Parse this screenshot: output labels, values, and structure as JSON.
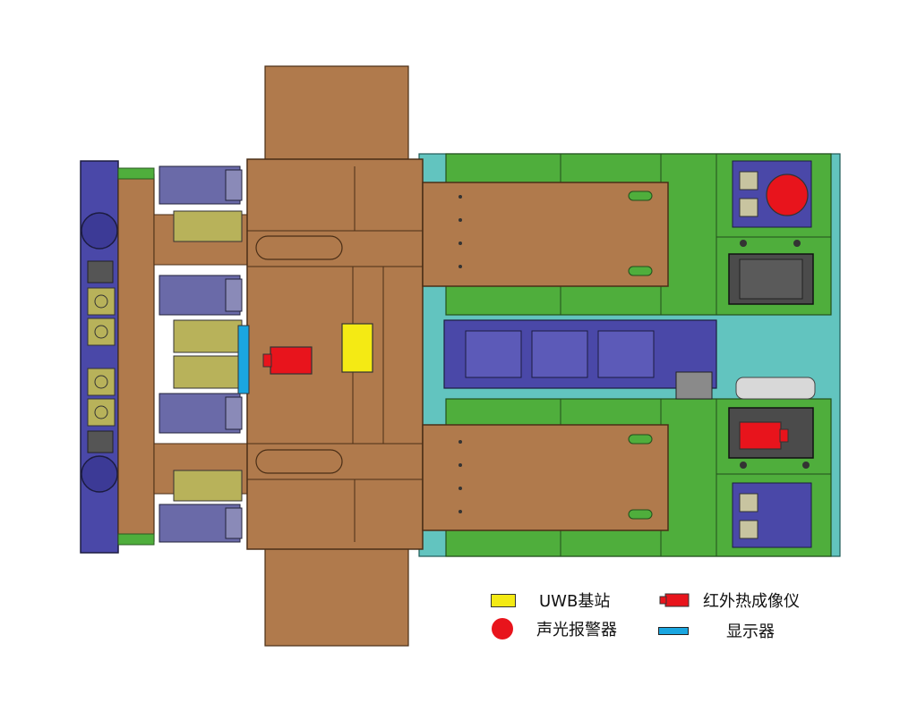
{
  "colors": {
    "uwb": "#f4ea14",
    "thermal": "#e8141c",
    "alarm": "#e8141c",
    "display": "#1aa6e0",
    "bronze": "#b07a4c",
    "green": "#4fae3c",
    "navy": "#4a48a8",
    "teal": "#62c4bf",
    "gray": "#4b4b4b",
    "olive": "#b8b25a"
  },
  "legend": [
    {
      "id": "uwb",
      "label": "UWB基站",
      "shape": "rect",
      "color": "#f4ea14"
    },
    {
      "id": "thermal",
      "label": "红外热成像仪",
      "shape": "thermal",
      "color": "#e8141c"
    },
    {
      "id": "alarm",
      "label": "声光报警器",
      "shape": "circle",
      "color": "#e8141c"
    },
    {
      "id": "display",
      "label": "显示器",
      "shape": "bar",
      "color": "#1aa6e0"
    }
  ]
}
